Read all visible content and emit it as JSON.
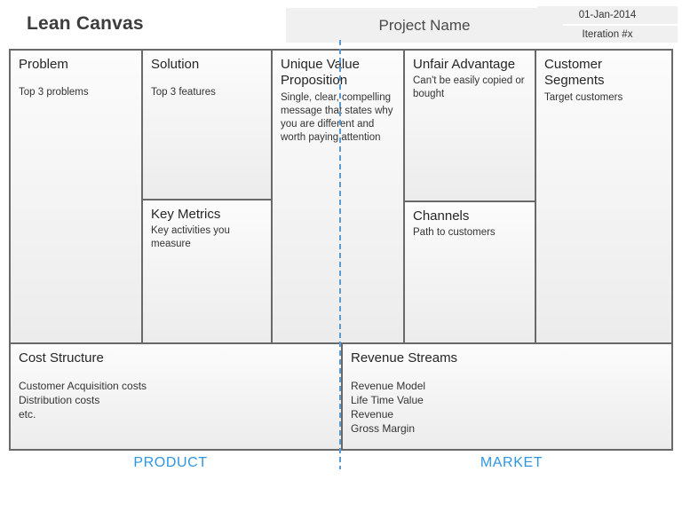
{
  "header": {
    "title": "Lean Canvas",
    "project_name": "Project Name",
    "date": "01-Jan-2014",
    "iteration": "Iteration #x"
  },
  "canvas": {
    "problem": {
      "title": "Problem",
      "body": "Top 3 problems"
    },
    "solution": {
      "title": "Solution",
      "body": "Top 3 features"
    },
    "key_metrics": {
      "title": "Key Metrics",
      "body": "Key activities you measure"
    },
    "unique_value_proposition": {
      "title": "Unique Value\nProposition",
      "body": "Single, clear, compelling message that states why you are different and worth paying attention"
    },
    "unfair_advantage": {
      "title": "Unfair Advantage",
      "body": "Can't be easily copied or bought"
    },
    "channels": {
      "title": "Channels",
      "body": "Path to customers"
    },
    "customer_segments": {
      "title": "Customer\nSegments",
      "body": "Target customers"
    },
    "cost_structure": {
      "title": "Cost Structure",
      "body": "Customer Acquisition costs\nDistribution costs\netc."
    },
    "revenue_streams": {
      "title": "Revenue Streams",
      "body": "Revenue Model\nLife Time Value\nRevenue\nGross Margin"
    }
  },
  "footer": {
    "product_label": "PRODUCT",
    "market_label": "MARKET"
  },
  "colors": {
    "accent_blue": "#2e96e0",
    "dash_blue": "#5b9bd5",
    "border_gray": "#696969",
    "box_fill_top": "#fcfcfc",
    "box_fill_bottom": "#ececec",
    "header_box_fill": "#f0f0f0"
  }
}
